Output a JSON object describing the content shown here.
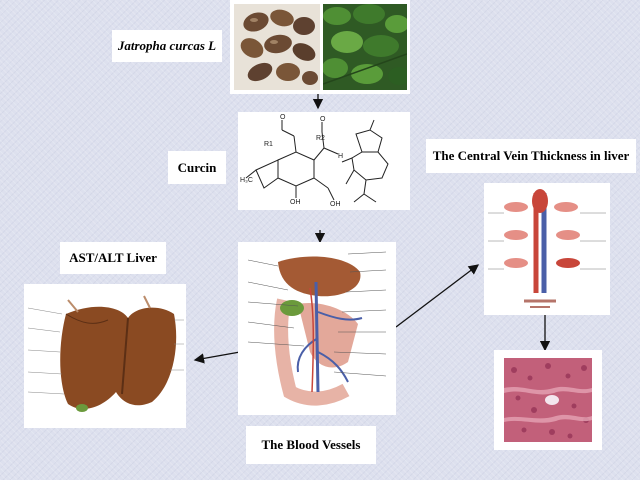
{
  "labels": {
    "plant": "Jatropha curcas L",
    "compound": "Curcin",
    "central_vein": "The Central Vein Thickness in liver",
    "liver": "AST/ALT Liver",
    "vessels": "The Blood Vessels"
  },
  "colors": {
    "background": "#dde0ee",
    "seed": "#6b4a33",
    "leaf": "#3f7a2c",
    "liver": "#8a4a22",
    "vessel_red": "#c8463a",
    "vessel_blue": "#4a5fa8",
    "histology": "#c2607a"
  },
  "icons": {
    "seeds": "seed-photo",
    "leaves": "leaf-photo",
    "molecule": "chemical-structure",
    "veins": "vein-cross-section-illustration",
    "histology": "histology-slide",
    "liver": "liver-anatomy-illustration",
    "portal": "portal-vein-anatomy-illustration"
  }
}
